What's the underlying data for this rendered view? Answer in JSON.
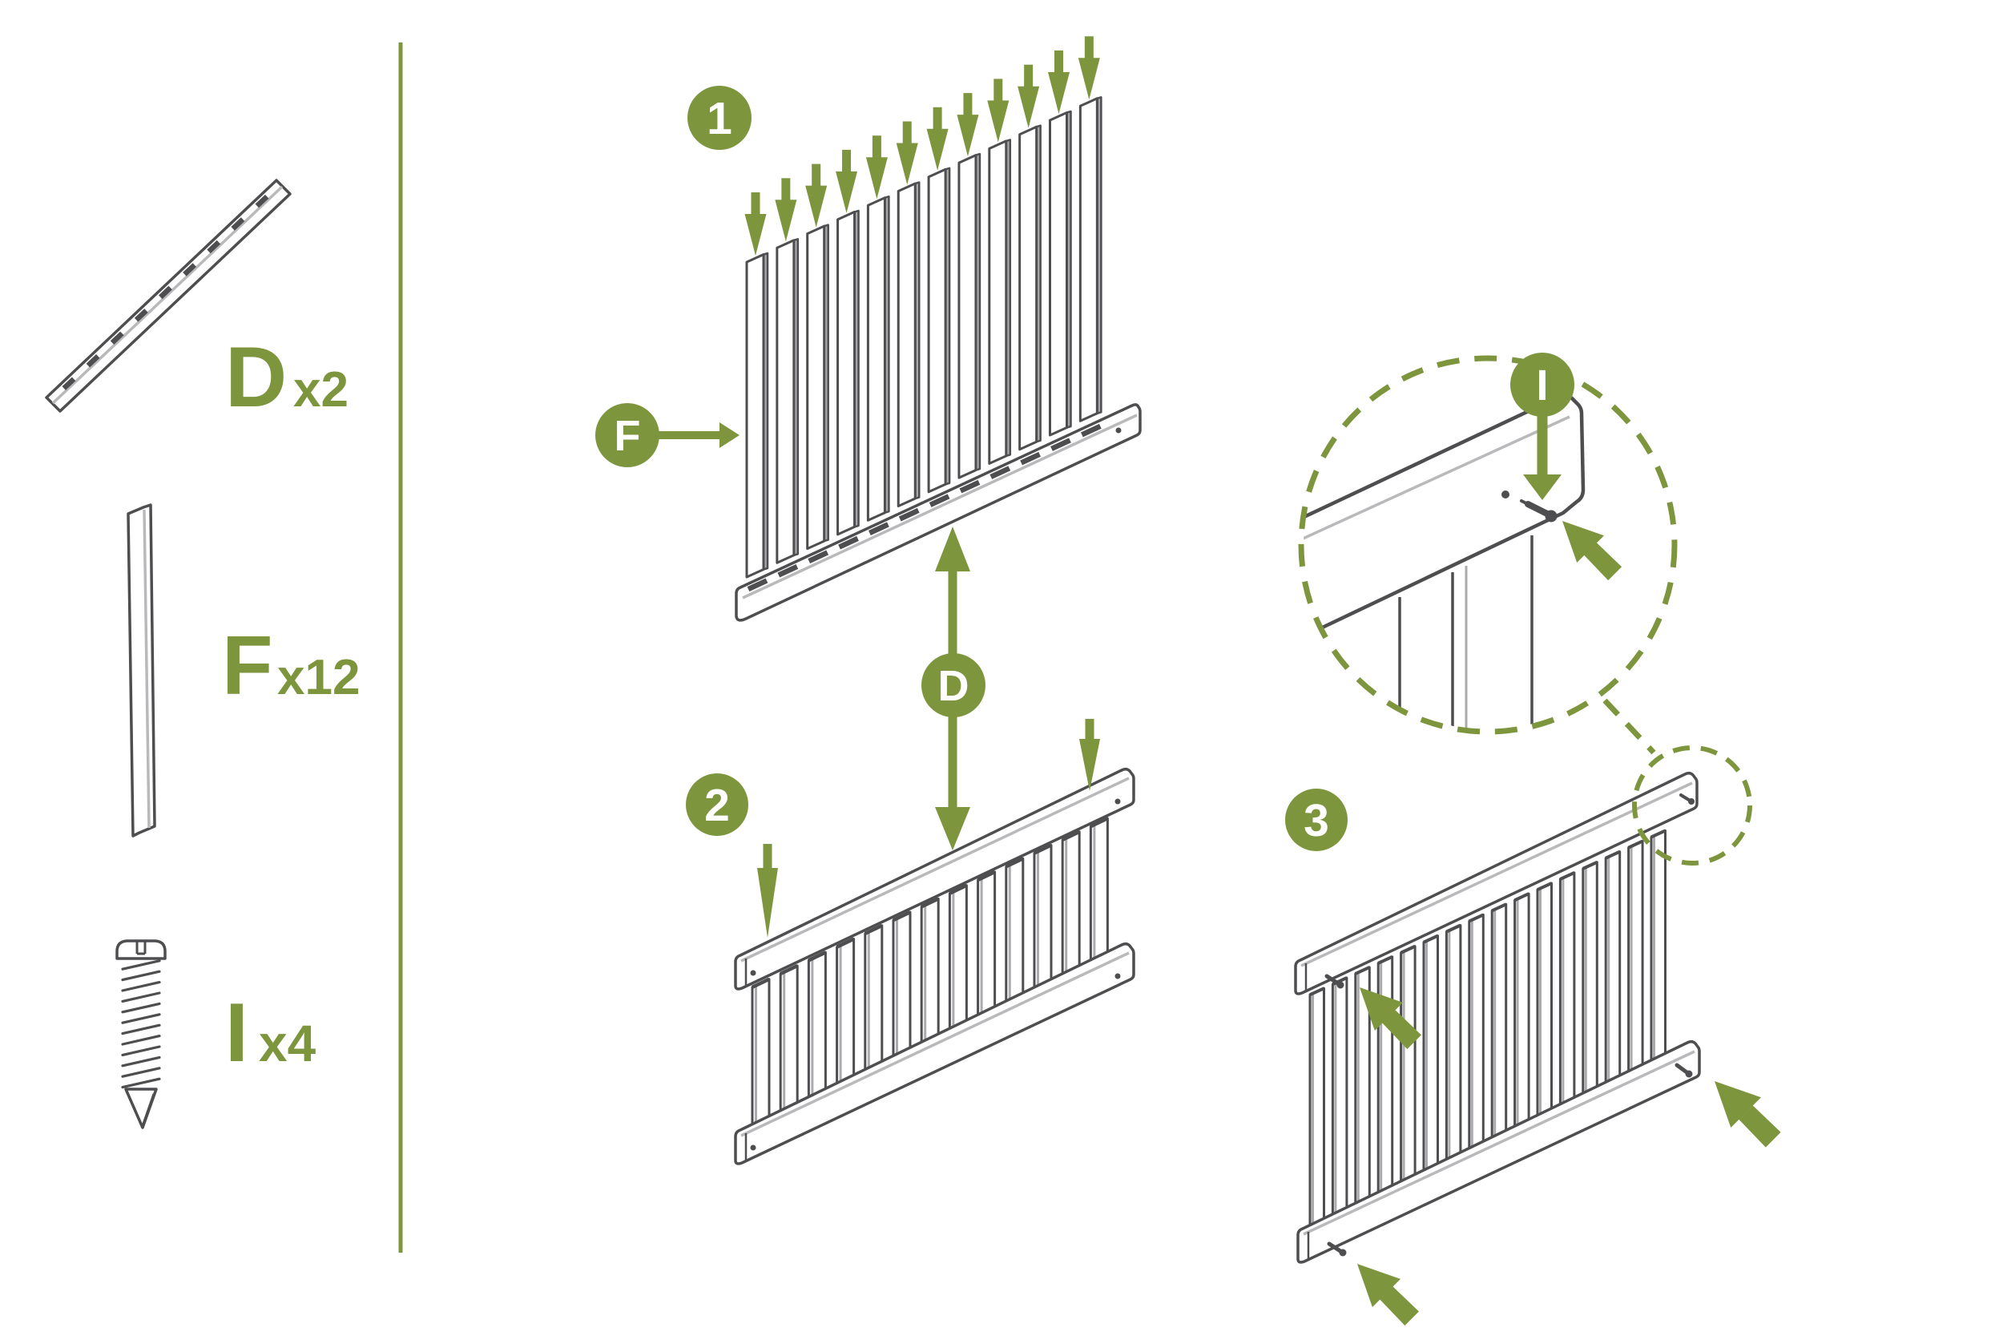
{
  "figure": {
    "type": "assembly-instructions-fence-panel",
    "accent_color": "#7d963e",
    "outline_color": "#4e4e50",
    "highlight_color": "#b9b9bb",
    "parts": [
      {
        "part_id": "D",
        "quantity_label": "x2",
        "icon": "notched-rail-icon"
      },
      {
        "part_id": "F",
        "quantity_label": "x12",
        "icon": "slat-icon"
      },
      {
        "part_id": "I",
        "quantity_label": "x4",
        "icon": "self-drilling-screw-icon"
      }
    ],
    "steps": [
      {
        "number": "1",
        "slat_count": 12,
        "arrow_count": 12,
        "callouts": [
          "F",
          "D"
        ]
      },
      {
        "number": "2",
        "slat_count": 13,
        "arrow_count": 2,
        "callouts": [
          "D"
        ]
      },
      {
        "number": "3",
        "slat_count": 16,
        "arrow_count": 3,
        "callouts": [
          "I"
        ]
      }
    ],
    "callout_labels": {
      "slat": "F",
      "rail": "D",
      "screw": "I"
    }
  }
}
